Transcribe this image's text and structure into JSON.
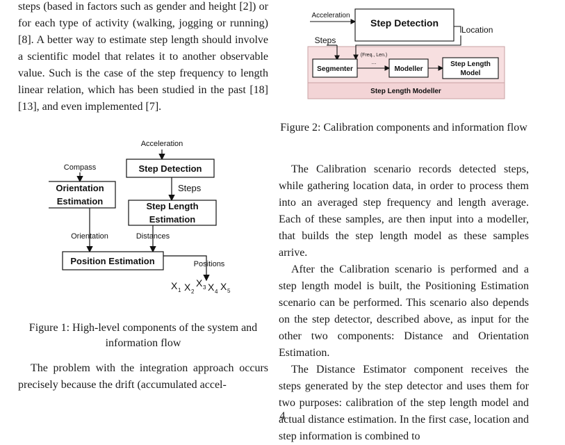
{
  "page": {
    "left_column": {
      "top_paragraph": "steps (based in factors such as gender and height [2]) or for each type of activity (walking, jogging or running) [8]. A better way to estimate step length should involve a scientific model that relates it to another observable value. Such is the case of the step frequency to length linear relation, which has been studied in the past [18][13], and even implemented [7].",
      "figure1_caption": "Figure 1: High-level components of the system and information flow",
      "bottom_paragraph": "The problem with the integration approach occurs precisely because the drift (accumulated accel-"
    },
    "right_column": {
      "figure2_caption": "Figure 2: Calibration components and information flow",
      "paragraphs": [
        "The Calibration scenario records detected steps, while gathering location data, in order to process them into an averaged step frequency and length average. Each of these samples, are then input into a modeller, that builds the step length model as these samples arrive.",
        "After the Calibration scenario is performed and a step length model is built, the Positioning Estimation scenario can be performed. This scenario also depends on the step detector, described above, as input for the other two components: Distance and Orientation Estimation.",
        "The Distance Estimator component receives the steps generated by the step detector and uses them for two purposes: calibration of the step length model and actual distance estimation. In the first case, location and step information is combined to"
      ]
    },
    "page_number": "4",
    "figure1": {
      "acceleration": "Acceleration",
      "compass": "Compass",
      "step_detection": "Step Detection",
      "steps": "Steps",
      "orientation_estimation_line1": "Orientation",
      "orientation_estimation_line2": "Estimation",
      "step_length_estimation_line1": "Step Length",
      "step_length_estimation_line2": "Estimation",
      "orientation": "Orientation",
      "distances": "Distances",
      "position_estimation": "Position Estimation",
      "positions": "Positions",
      "position_symbols": [
        "X",
        "X",
        "X",
        "X",
        "X"
      ],
      "position_subscripts": [
        "1",
        "2",
        "3",
        "4",
        "5"
      ]
    },
    "figure2": {
      "acceleration": "Acceleration",
      "step_detection": "Step Detection",
      "location": "Location",
      "steps": "Steps",
      "freq_len": "(Freq., Len.)",
      "ellipsis": "...",
      "segmenter": "Segmenter",
      "modeller": "Modeller",
      "step_length_model_line1": "Step Length",
      "step_length_model_line2": "Model",
      "step_length_modeller": "Step Length Modeller",
      "panel_fill": "#f7dfe0",
      "panel_stroke": "#c9a0a3"
    }
  }
}
